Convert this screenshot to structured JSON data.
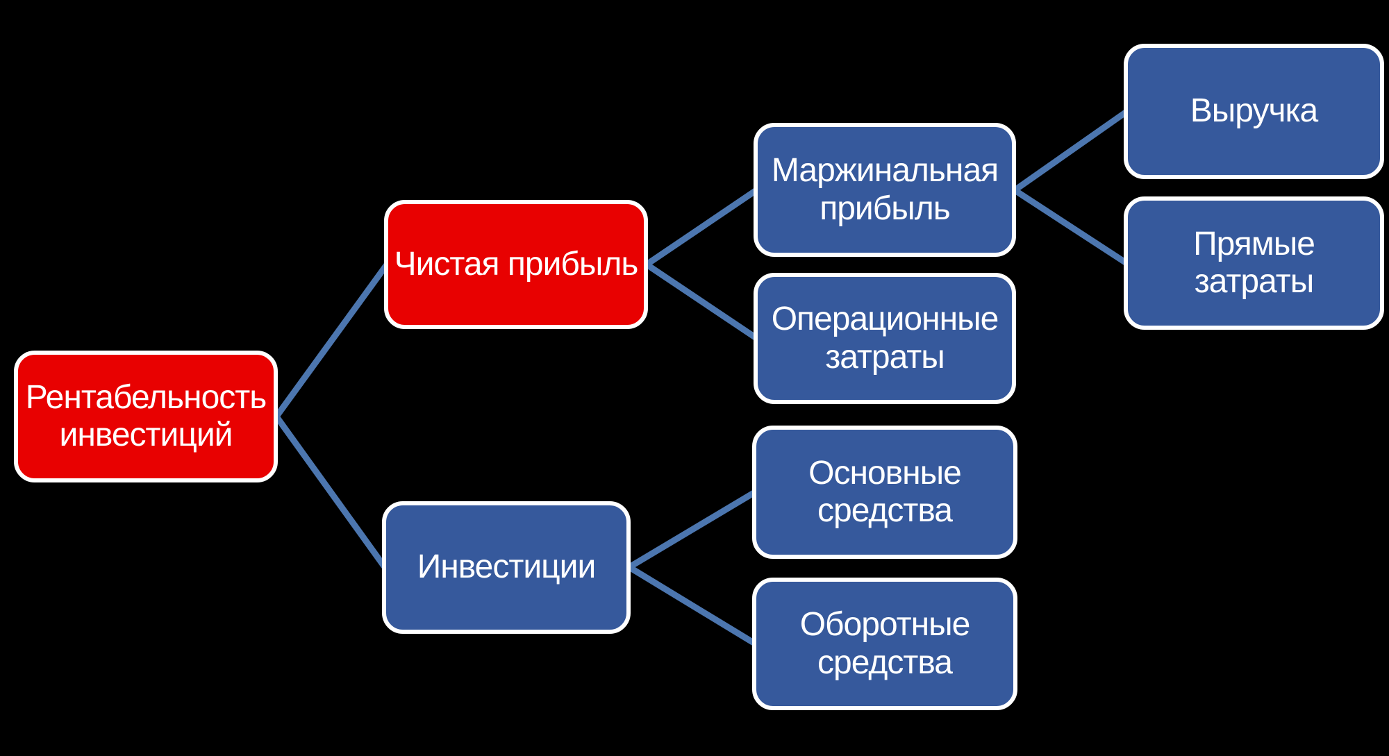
{
  "diagram": {
    "type": "hierarchy-tree",
    "direction": "left-to-right",
    "nodes": {
      "roi": {
        "label": "Рентабельность инвестиций",
        "color_role": "red",
        "level": 0
      },
      "net_profit": {
        "label": "Чистая прибыль",
        "color_role": "red",
        "level": 1
      },
      "investments": {
        "label": "Инвестиции",
        "color_role": "blue",
        "level": 1
      },
      "margin_profit": {
        "label": "Маржинальная прибыль",
        "color_role": "blue",
        "level": 2
      },
      "operating_costs": {
        "label": "Операционные затраты",
        "color_role": "blue",
        "level": 2
      },
      "fixed_assets": {
        "label": "Основные средства",
        "color_role": "blue",
        "level": 2
      },
      "working_assets": {
        "label": "Оборотные средства",
        "color_role": "blue",
        "level": 2
      },
      "revenue": {
        "label": "Выручка",
        "color_role": "blue",
        "level": 3
      },
      "direct_costs": {
        "label": "Прямые затраты",
        "color_role": "blue",
        "level": 3
      }
    },
    "edges": [
      {
        "from": "roi",
        "to": "net_profit"
      },
      {
        "from": "roi",
        "to": "investments"
      },
      {
        "from": "net_profit",
        "to": "margin_profit"
      },
      {
        "from": "net_profit",
        "to": "operating_costs"
      },
      {
        "from": "margin_profit",
        "to": "revenue"
      },
      {
        "from": "margin_profit",
        "to": "direct_costs"
      },
      {
        "from": "investments",
        "to": "fixed_assets"
      },
      {
        "from": "investments",
        "to": "working_assets"
      }
    ]
  },
  "colors": {
    "red": "#e80101",
    "blue": "#36599c",
    "line": "#4c76af",
    "text": "#ffffff",
    "bg": "#000000",
    "node-border": "#ffffff"
  }
}
